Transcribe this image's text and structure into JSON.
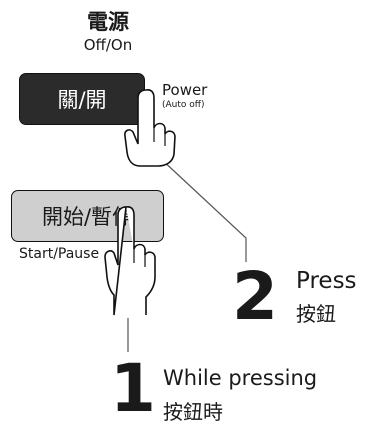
{
  "header": {
    "title_zh": "電源",
    "title_en": "Off/On"
  },
  "power_button": {
    "label": "關/開",
    "caption": "Power",
    "caption_sub": "(Auto off)"
  },
  "start_button": {
    "label": "開始/暫停",
    "caption": "Start/Pause"
  },
  "step2": {
    "number": "2",
    "text_en": "Press",
    "text_zh": "按鈕"
  },
  "step1": {
    "number": "1",
    "text_en": "While pressing",
    "text_zh": "按鈕時"
  },
  "colors": {
    "power_button_fill": "#2b2b2b",
    "start_button_fill": "#cfcfcf",
    "line": "#555555"
  }
}
